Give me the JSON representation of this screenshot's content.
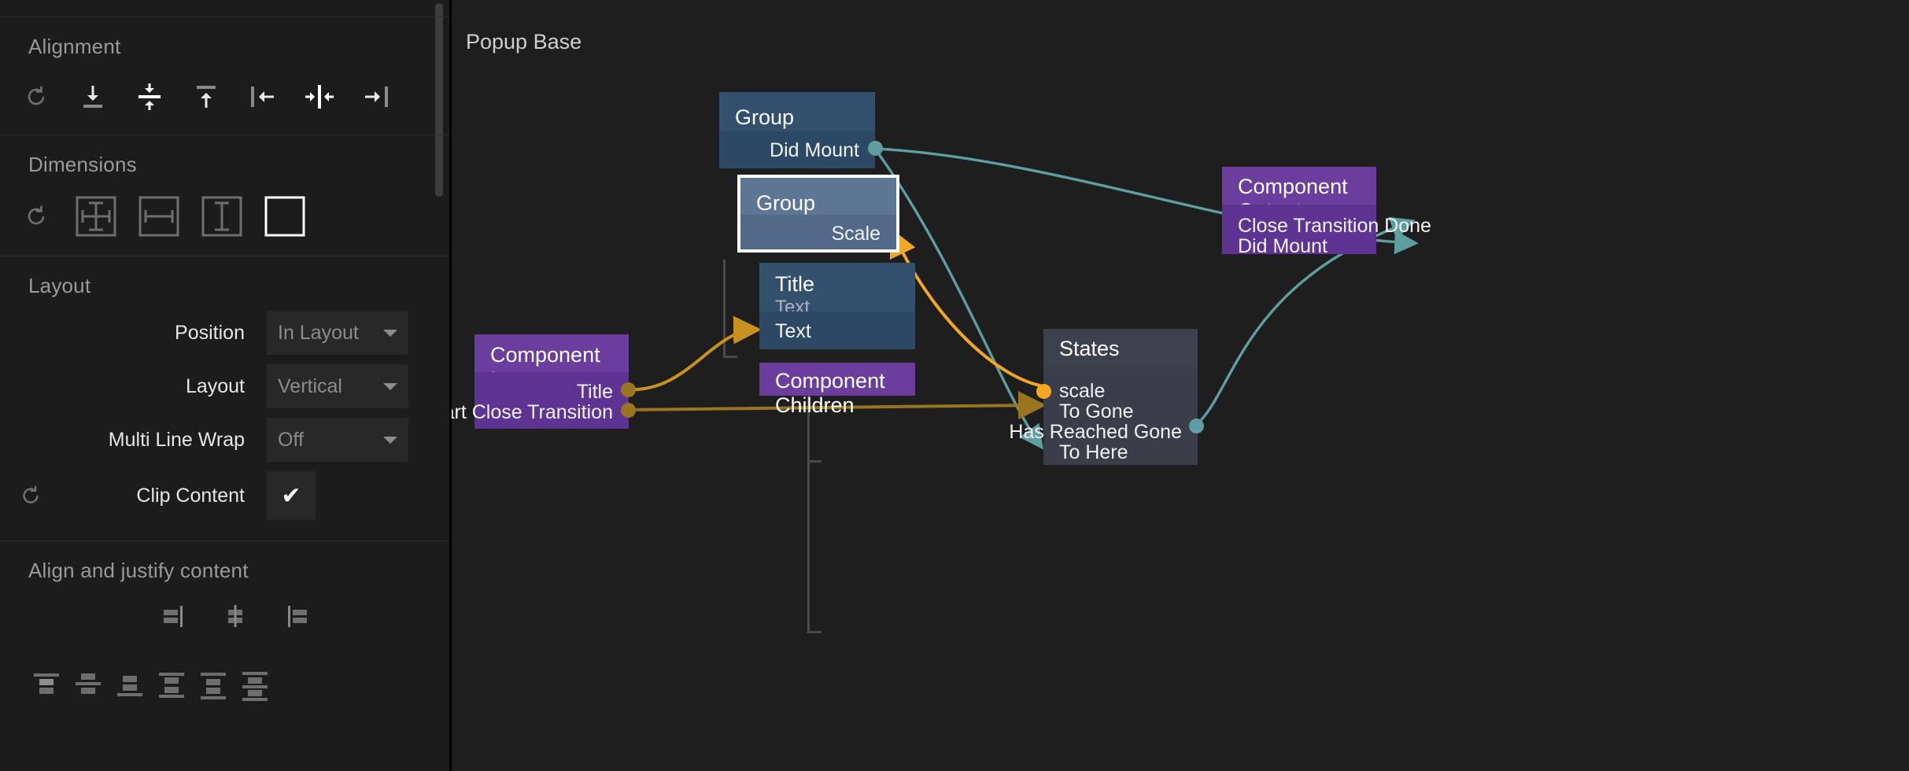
{
  "sidebar": {
    "sections": [
      {
        "title": "Alignment"
      },
      {
        "title": "Dimensions"
      },
      {
        "title": "Layout"
      },
      {
        "title": "Align and justify content"
      }
    ],
    "alignment": {
      "title": "Alignment",
      "icons": [
        {
          "name": "reset-alignment-icon",
          "label": "Reset"
        },
        {
          "name": "align-bottom-icon",
          "label": "Align bottom"
        },
        {
          "name": "align-vertical-center-icon",
          "label": "Align vertical center"
        },
        {
          "name": "align-top-icon",
          "label": "Align top"
        },
        {
          "name": "align-left-icon",
          "label": "Align left"
        },
        {
          "name": "align-horizontal-center-icon",
          "label": "Align horizontal center"
        },
        {
          "name": "align-right-icon",
          "label": "Align right"
        }
      ]
    },
    "dimensions": {
      "title": "Dimensions",
      "icons": [
        {
          "name": "reset-dimensions-icon",
          "label": "Reset"
        },
        {
          "name": "size-both-icon",
          "label": "Fit width and height"
        },
        {
          "name": "size-width-icon",
          "label": "Fit width"
        },
        {
          "name": "size-height-icon",
          "label": "Fit height"
        },
        {
          "name": "size-fixed-icon",
          "label": "Fixed size",
          "selected": true
        }
      ]
    },
    "layout": {
      "title": "Layout",
      "rows": [
        {
          "label": "Position",
          "value": "In Layout",
          "type": "select"
        },
        {
          "label": "Layout",
          "value": "Vertical",
          "type": "select"
        },
        {
          "label": "Multi Line Wrap",
          "value": "Off",
          "type": "select"
        },
        {
          "label": "Clip Content",
          "value": "✔",
          "type": "checkbox",
          "checked": true,
          "has_reset": true
        }
      ]
    },
    "align_justify": {
      "title": "Align and justify content",
      "row1": [
        {
          "name": "align-content-start-icon"
        },
        {
          "name": "align-content-center-icon"
        },
        {
          "name": "align-content-end-icon"
        }
      ],
      "row2": [
        {
          "name": "justify-start-icon"
        },
        {
          "name": "justify-center-icon"
        },
        {
          "name": "justify-end-icon"
        },
        {
          "name": "justify-space-between-icon"
        },
        {
          "name": "justify-space-around-icon"
        },
        {
          "name": "justify-space-evenly-icon"
        }
      ]
    }
  },
  "canvas": {
    "title": "Popup Base",
    "nodes": [
      {
        "id": "group-outer",
        "title": "Group",
        "kind": "blue",
        "selected": false,
        "ports_right": [
          "Did Mount"
        ],
        "ports_left": []
      },
      {
        "id": "group-inner",
        "title": "Group",
        "kind": "blue-selected",
        "selected": true,
        "ports_right": [
          "Scale"
        ],
        "ports_left": []
      },
      {
        "id": "title-text",
        "title": "Title",
        "subtitle": "Text",
        "kind": "blue",
        "selected": false,
        "ports_left": [
          "Text"
        ],
        "ports_right": []
      },
      {
        "id": "component-children",
        "title": "Component Children",
        "kind": "purple",
        "selected": false,
        "ports_left": [],
        "ports_right": []
      },
      {
        "id": "component-inputs",
        "title": "Component Inputs",
        "kind": "purple",
        "selected": false,
        "ports_right": [
          "Title",
          "Start Close Transition"
        ],
        "ports_left": []
      },
      {
        "id": "states",
        "title": "States",
        "kind": "gray",
        "selected": false,
        "ports_left": [
          "scale",
          "To Gone",
          "To Here"
        ],
        "ports_right": [
          "Has Reached Gone"
        ]
      },
      {
        "id": "component-outputs",
        "title": "Component Outputs",
        "kind": "purple",
        "selected": false,
        "ports_left": [
          "Close Transition Done",
          "Did Mount"
        ],
        "ports_right": []
      }
    ],
    "connections": [
      {
        "from": "Did Mount",
        "to": "Did Mount",
        "color": "#5f9ea0"
      },
      {
        "from": "Did Mount",
        "to": "To Here",
        "color": "#5f9ea0"
      },
      {
        "from": "Has Reached Gone",
        "to": "Close Transition Done",
        "color": "#5f9ea0"
      },
      {
        "from": "scale",
        "to": "Scale",
        "color": "#f5a623"
      },
      {
        "from": "Title",
        "to": "Text",
        "color": "#c8921f"
      },
      {
        "from": "Start Close Transition",
        "to": "To Gone",
        "color": "#9a7521"
      }
    ],
    "colors": {
      "teal": "#5f9ea0",
      "orange": "#f5a623",
      "amber": "#9a7521",
      "gold": "#c8921f",
      "node_blue": "#33506e",
      "node_blue_selected": "#5d7694",
      "node_purple": "#6b3e9e",
      "node_gray": "#3c414e",
      "canvas_bg": "#1e1e1e"
    }
  }
}
